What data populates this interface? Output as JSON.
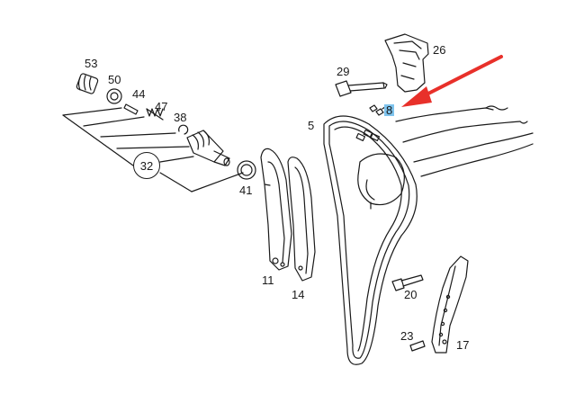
{
  "diagram": {
    "part_labels": [
      {
        "id": "p53",
        "text": "53"
      },
      {
        "id": "p50",
        "text": "50"
      },
      {
        "id": "p44",
        "text": "44"
      },
      {
        "id": "p47",
        "text": "47"
      },
      {
        "id": "p38",
        "text": "38"
      },
      {
        "id": "p32",
        "text": "32"
      },
      {
        "id": "p41",
        "text": "41"
      },
      {
        "id": "p11",
        "text": "11"
      },
      {
        "id": "p14",
        "text": "14"
      },
      {
        "id": "p5",
        "text": "5"
      },
      {
        "id": "p29",
        "text": "29"
      },
      {
        "id": "p26",
        "text": "26"
      },
      {
        "id": "p8",
        "text": "8"
      },
      {
        "id": "p20",
        "text": "20"
      },
      {
        "id": "p23",
        "text": "23"
      },
      {
        "id": "p17",
        "text": "17"
      }
    ],
    "highlighted_label": "8",
    "colors": {
      "line": "#1a1a1a",
      "arrow": "#e8302a",
      "highlight": "#7fc4ee"
    }
  }
}
